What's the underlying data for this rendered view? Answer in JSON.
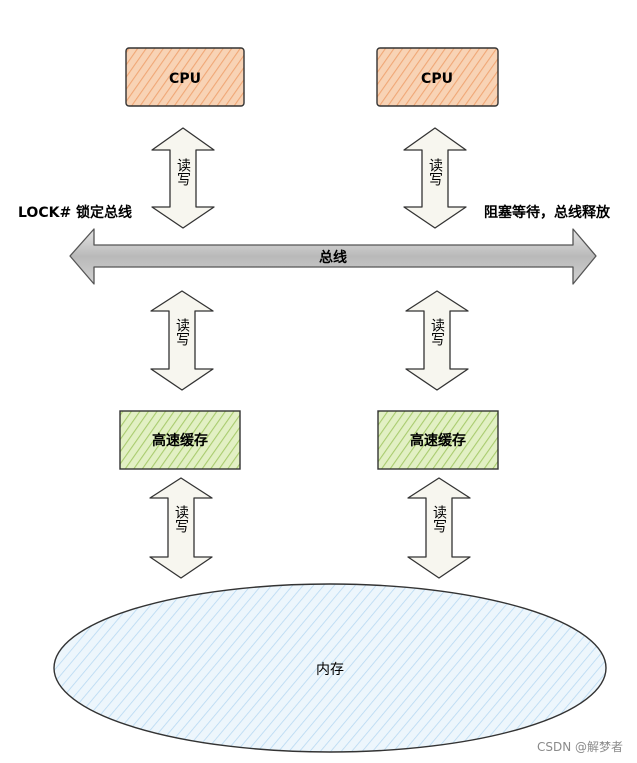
{
  "cpu": {
    "left_label": "CPU",
    "right_label": "CPU"
  },
  "cache": {
    "left_label": "高速缓存",
    "right_label": "高速缓存"
  },
  "arrows": {
    "read_write": "读写"
  },
  "bus": {
    "label": "总线"
  },
  "notes": {
    "left": "LOCK# 锁定总线",
    "right": "阻塞等待，总线释放"
  },
  "memory": {
    "label": "内存"
  },
  "watermark": "CSDN @解梦者",
  "colors": {
    "cpu_fill": "#f6c8a5",
    "cpu_hatch": "#f0a776",
    "cache_fill": "#d8eab1",
    "cache_hatch": "#a9cc6e",
    "arrow_fill": "#f7f6ef",
    "bus_fill": "#c2c2c2",
    "memory_fill": "#e6f2fb",
    "memory_hatch": "#a8d0ef",
    "stroke": "#333333"
  }
}
